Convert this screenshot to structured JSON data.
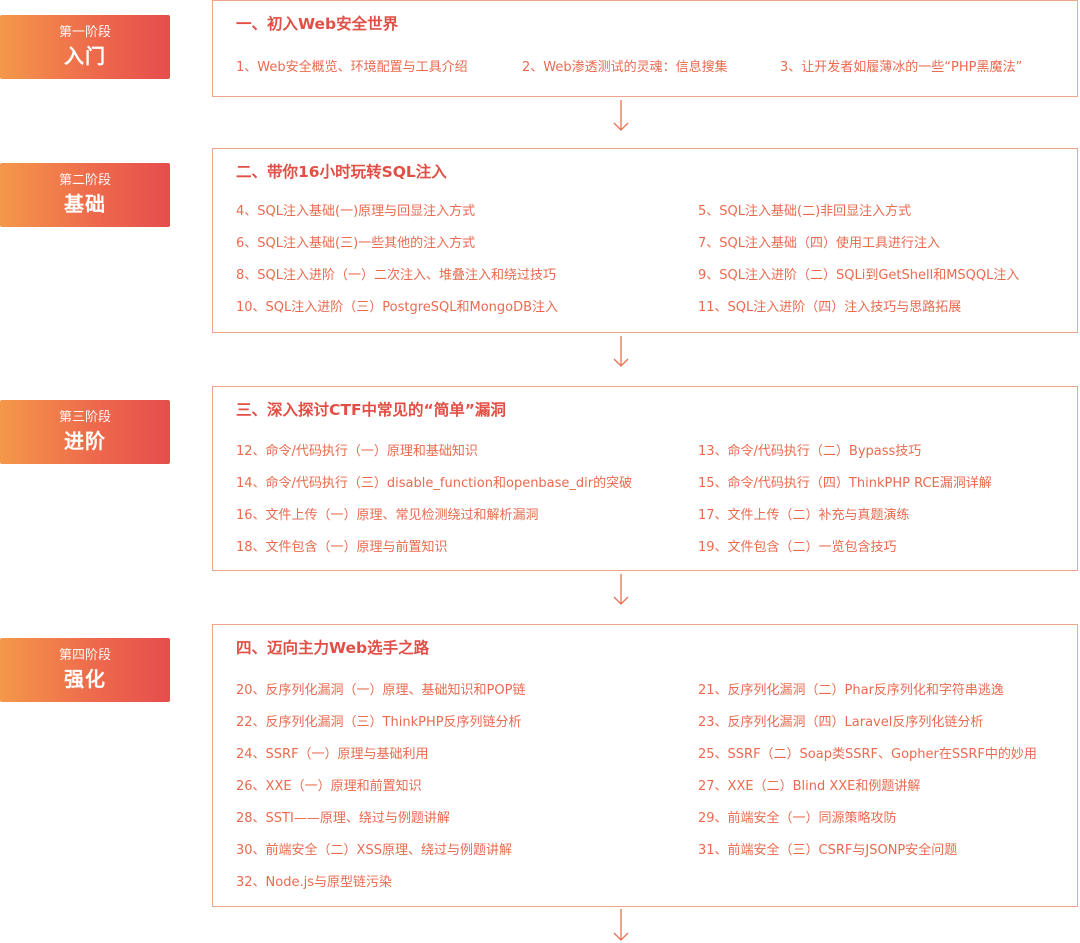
{
  "stages": [
    {
      "stage": "第一阶段",
      "level": "入门",
      "title": "一、初入Web安全世界",
      "items": [
        "1、Web安全概览、环境配置与工具介绍",
        "2、Web渗透测试的灵魂：信息搜集",
        "3、让开发者如履薄冰的一些“PHP黑魔法”"
      ]
    },
    {
      "stage": "第二阶段",
      "level": "基础",
      "title": "二、带你16小时玩转SQL注入",
      "items": [
        "4、SQL注入基础(一)原理与回显注入方式",
        "5、SQL注入基础(二)非回显注入方式",
        "6、SQL注入基础(三)一些其他的注入方式",
        "7、SQL注入基础（四）使用工具进行注入",
        "8、SQL注入进阶（一）二次注入、堆叠注入和绕过技巧",
        "9、SQL注入进阶（二）SQLi到GetShell和MSQQL注入",
        "10、SQL注入进阶（三）PostgreSQL和MongoDB注入",
        "11、SQL注入进阶（四）注入技巧与思路拓展"
      ]
    },
    {
      "stage": "第三阶段",
      "level": "进阶",
      "title": "三、深入探讨CTF中常见的“简单”漏洞",
      "items": [
        "12、命令/代码执行（一）原理和基础知识",
        "13、命令/代码执行（二）Bypass技巧",
        "14、命令/代码执行（三）disable_function和openbase_dir的突破",
        "15、命令/代码执行（四）ThinkPHP RCE漏洞详解",
        "16、文件上传（一）原理、常见检测绕过和解析漏洞",
        "17、文件上传（二）补充与真题演练",
        "18、文件包含（一）原理与前置知识",
        "19、文件包含（二）一览包含技巧"
      ]
    },
    {
      "stage": "第四阶段",
      "level": "强化",
      "title": "四、迈向主力Web选手之路",
      "items": [
        "20、反序列化漏洞（一）原理、基础知识和POP链",
        "21、反序列化漏洞（二）Phar反序列化和字符串逃逸",
        "22、反序列化漏洞（三）ThinkPHP反序列链分析",
        "23、反序列化漏洞（四）Laravel反序列化链分析",
        "24、SSRF（一）原理与基础利用",
        "25、SSRF（二）Soap类SSRF、Gopher在SSRF中的妙用",
        "26、XXE（一）原理和前置知识",
        "27、XXE（二）Blind XXE和例题讲解",
        "28、SSTI——原理、绕过与例题讲解",
        "29、前端安全（一）同源策略攻防",
        "30、前端安全（二）XSS原理、绕过与例题讲解",
        "31、前端安全（三）CSRF与JSONP安全问题",
        "32、Node.js与原型链污染"
      ]
    }
  ],
  "colors": {
    "badge_gradient": [
      "#f4984a",
      "#e64d4d"
    ],
    "title": "#e14f46",
    "item": "#ea6a4f",
    "border": "#f0a38f",
    "arrow": "#e8704f"
  }
}
